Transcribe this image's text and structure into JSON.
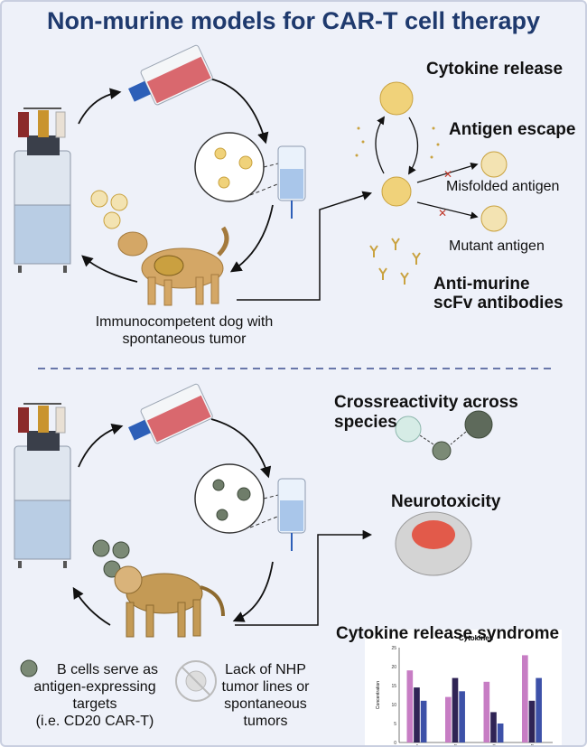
{
  "title": "Non-murine models for CAR-T cell therapy",
  "dog_section": {
    "cytokine_release": "Cytokine release",
    "antigen_escape": "Antigen escape",
    "misfolded_antigen": "Misfolded antigen",
    "mutant_antigen": "Mutant antigen",
    "anti_murine_line1": "Anti-murine",
    "anti_murine_line2": "scFv antibodies",
    "dog_caption_line1": "Immunocompetent dog with",
    "dog_caption_line2": "spontaneous tumor"
  },
  "nhp_section": {
    "crossreactivity": "Crossreactivity across species",
    "neurotoxicity": "Neurotoxicity",
    "crs": "Cytokine release syndrome",
    "bcells_line1": "B cells serve as",
    "bcells_line2": "antigen-expressing",
    "bcells_line3": "targets",
    "bcells_line4": "(i.e. CD20 CAR-T)",
    "lack_line1": "Lack of NHP",
    "lack_line2": "tumor lines or",
    "lack_line3": "spontaneous",
    "lack_line4": "tumors"
  },
  "colors": {
    "title": "#1f3a6e",
    "bar_pink": "#c77dc4",
    "bar_dark": "#2f2455",
    "bar_blue": "#3d51a8",
    "cell_yellow": "#f0d27a",
    "cell_gray": "#6f7d6a"
  },
  "chart_data": {
    "type": "bar",
    "title": "Cytokines",
    "ylabel": "Concentration",
    "xlabel": "",
    "categories": [
      "A",
      "B",
      "C",
      "D"
    ],
    "series": [
      {
        "values": [
          19,
          12,
          16,
          23
        ]
      },
      {
        "values": [
          14.5,
          17,
          8,
          11
        ]
      },
      {
        "values": [
          11,
          13.5,
          5,
          17
        ]
      }
    ],
    "ylim": [
      0,
      25
    ],
    "yticks": [
      0,
      5,
      10,
      15,
      20,
      25
    ],
    "grid": false
  }
}
